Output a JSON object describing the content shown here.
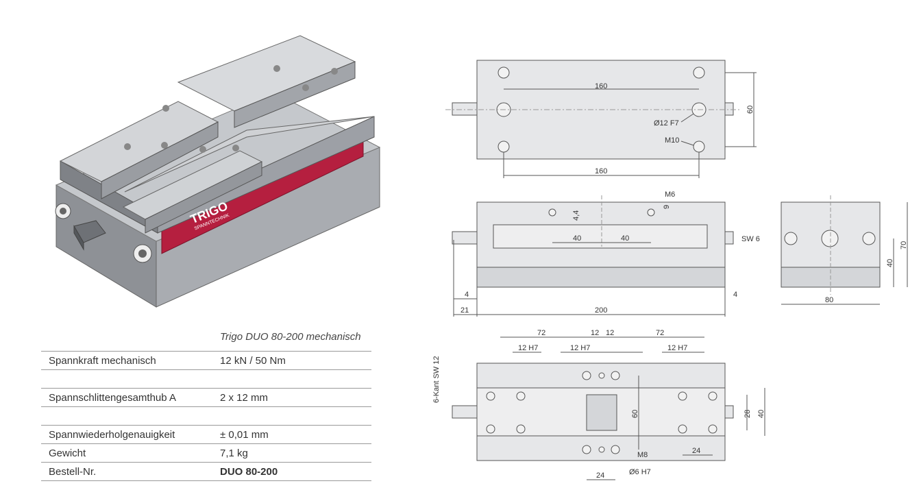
{
  "brand": {
    "logo_text": "TRIGO",
    "logo_sub": "SPANNTECHNIK"
  },
  "spec_table": {
    "model": "Trigo DUO 80-200 mechanisch",
    "rows": [
      {
        "label": "Spannkraft mechanisch",
        "value": "12 kN / 50 Nm"
      },
      {
        "label": "Spannschlittengesamthub  A",
        "value": "2 x 12 mm"
      },
      {
        "label": "Spannwiederholgenauigkeit",
        "value": "± 0,01 mm"
      },
      {
        "label": "Gewicht",
        "value": "7,1 kg"
      },
      {
        "label": "Bestell-Nr.",
        "value": "DUO 80-200"
      }
    ]
  },
  "dimensions": {
    "top_view": {
      "d160_top": "160",
      "d160_bottom": "160",
      "d60": "60",
      "hole": "Ø12 F7",
      "thread": "M10"
    },
    "front_view": {
      "m6": "M6",
      "d9": "9",
      "d4_4": "4,4",
      "d40a": "40",
      "d40b": "40",
      "sw": "SW 6",
      "d4_left": "4",
      "d4_right": "4",
      "d21": "21",
      "d200": "200"
    },
    "side_view": {
      "d70": "70",
      "d40": "40",
      "d80": "80"
    },
    "bottom_view": {
      "d72a": "72",
      "d12a": "12",
      "d12b": "12",
      "d72b": "72",
      "h7a": "12 H7",
      "h7b": "12 H7",
      "h7c": "12 H7",
      "hex": "6-Kant SW 12",
      "d60": "60",
      "d28": "28",
      "d40": "40",
      "d24a": "24",
      "m8": "M8",
      "pin": "Ø6 H7",
      "d24b": "24"
    }
  },
  "colors": {
    "accent_band": "#b51f3f",
    "steel": "#b9bcc2",
    "line": "#555555"
  }
}
